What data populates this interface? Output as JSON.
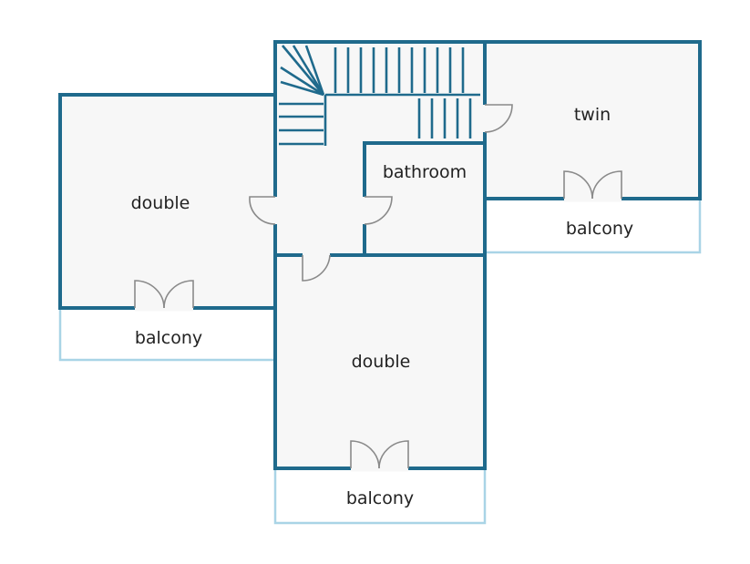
{
  "rooms": {
    "double_left": "double",
    "double_bottom": "double",
    "twin": "twin",
    "bathroom": "bathroom"
  },
  "balconies": {
    "left": "balcony",
    "bottom": "balcony",
    "right": "balcony"
  },
  "colors": {
    "wall": "#1f6a8c",
    "balcony_outline": "#a9d4e6",
    "room_fill": "#f7f7f7",
    "door": "#8a8a8a"
  }
}
